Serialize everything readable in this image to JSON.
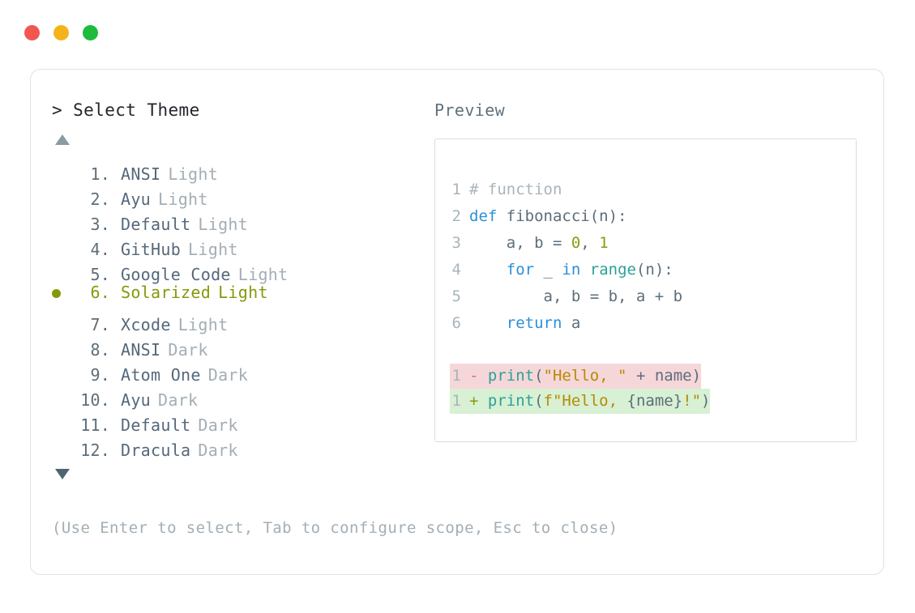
{
  "window": {
    "controls": [
      {
        "name": "close",
        "color": "#f2574f"
      },
      {
        "name": "minimize",
        "color": "#f5b31b"
      },
      {
        "name": "maximize",
        "color": "#1fbb3b"
      }
    ]
  },
  "picker": {
    "prompt_caret": ">",
    "prompt_title": "Select Theme",
    "scroll_up_icon": "triangle-up",
    "scroll_down_icon": "triangle-down",
    "selected_index": 6,
    "selected_bullet": "●",
    "selected_color": "#87990a",
    "items": [
      {
        "index": "1.",
        "name": "ANSI",
        "suffix": "Light"
      },
      {
        "index": "2.",
        "name": "Ayu",
        "suffix": "Light"
      },
      {
        "index": "3.",
        "name": "Default",
        "suffix": "Light"
      },
      {
        "index": "4.",
        "name": "GitHub",
        "suffix": "Light"
      },
      {
        "index": "5.",
        "name": "Google Code",
        "suffix": "Light"
      },
      {
        "index": "6.",
        "name": "Solarized",
        "suffix": "Light"
      },
      {
        "index": "7.",
        "name": "Xcode",
        "suffix": "Light"
      },
      {
        "index": "8.",
        "name": "ANSI",
        "suffix": "Dark"
      },
      {
        "index": "9.",
        "name": "Atom One",
        "suffix": "Dark"
      },
      {
        "index": "10.",
        "name": "Ayu",
        "suffix": "Dark"
      },
      {
        "index": "11.",
        "name": "Default",
        "suffix": "Dark"
      },
      {
        "index": "12.",
        "name": "Dracula",
        "suffix": "Dark"
      }
    ]
  },
  "preview": {
    "label": "Preview",
    "code_lines": [
      {
        "number": "1",
        "tokens": [
          {
            "text": "# function",
            "type": "comment"
          }
        ]
      },
      {
        "number": "2",
        "tokens": [
          {
            "text": "def",
            "type": "kw"
          },
          {
            "text": " fibonacci(n):",
            "type": "plain"
          }
        ]
      },
      {
        "number": "3",
        "tokens": [
          {
            "text": "    a, b = ",
            "type": "plain"
          },
          {
            "text": "0",
            "type": "num"
          },
          {
            "text": ", ",
            "type": "plain"
          },
          {
            "text": "1",
            "type": "num"
          }
        ]
      },
      {
        "number": "4",
        "tokens": [
          {
            "text": "    ",
            "type": "plain"
          },
          {
            "text": "for",
            "type": "kw"
          },
          {
            "text": " _ ",
            "type": "plain"
          },
          {
            "text": "in",
            "type": "kw"
          },
          {
            "text": " ",
            "type": "plain"
          },
          {
            "text": "range",
            "type": "fn"
          },
          {
            "text": "(n):",
            "type": "plain"
          }
        ]
      },
      {
        "number": "5",
        "tokens": [
          {
            "text": "        a, b = b, a + b",
            "type": "plain"
          }
        ]
      },
      {
        "number": "6",
        "tokens": [
          {
            "text": "    ",
            "type": "plain"
          },
          {
            "text": "return",
            "type": "kw"
          },
          {
            "text": " a",
            "type": "plain"
          }
        ]
      }
    ],
    "diff_lines": [
      {
        "kind": "deletion",
        "number": "1",
        "sign": "-",
        "tokens": [
          {
            "text": "print",
            "type": "fn"
          },
          {
            "text": "(",
            "type": "plain"
          },
          {
            "text": "\"Hello, \"",
            "type": "str"
          },
          {
            "text": " + name)",
            "type": "plain"
          }
        ]
      },
      {
        "kind": "addition",
        "number": "1",
        "sign": "+",
        "tokens": [
          {
            "text": "print",
            "type": "fn"
          },
          {
            "text": "(",
            "type": "plain"
          },
          {
            "text": "f\"Hello, ",
            "type": "str"
          },
          {
            "text": "{name}",
            "type": "plain"
          },
          {
            "text": "!\"",
            "type": "str"
          },
          {
            "text": ")",
            "type": "plain"
          }
        ]
      }
    ],
    "colors": {
      "keyword": "#2b8fd8",
      "function": "#2ba198",
      "number": "#8a9a0b",
      "string": "#b58a06",
      "comment": "#a9b4bb",
      "plain": "#5d6e7a",
      "diff_del_bg": "#f6d7d9",
      "diff_add_bg": "#d8f0d4"
    }
  },
  "footer": {
    "hint": "(Use Enter to select, Tab to configure scope, Esc to close)"
  }
}
